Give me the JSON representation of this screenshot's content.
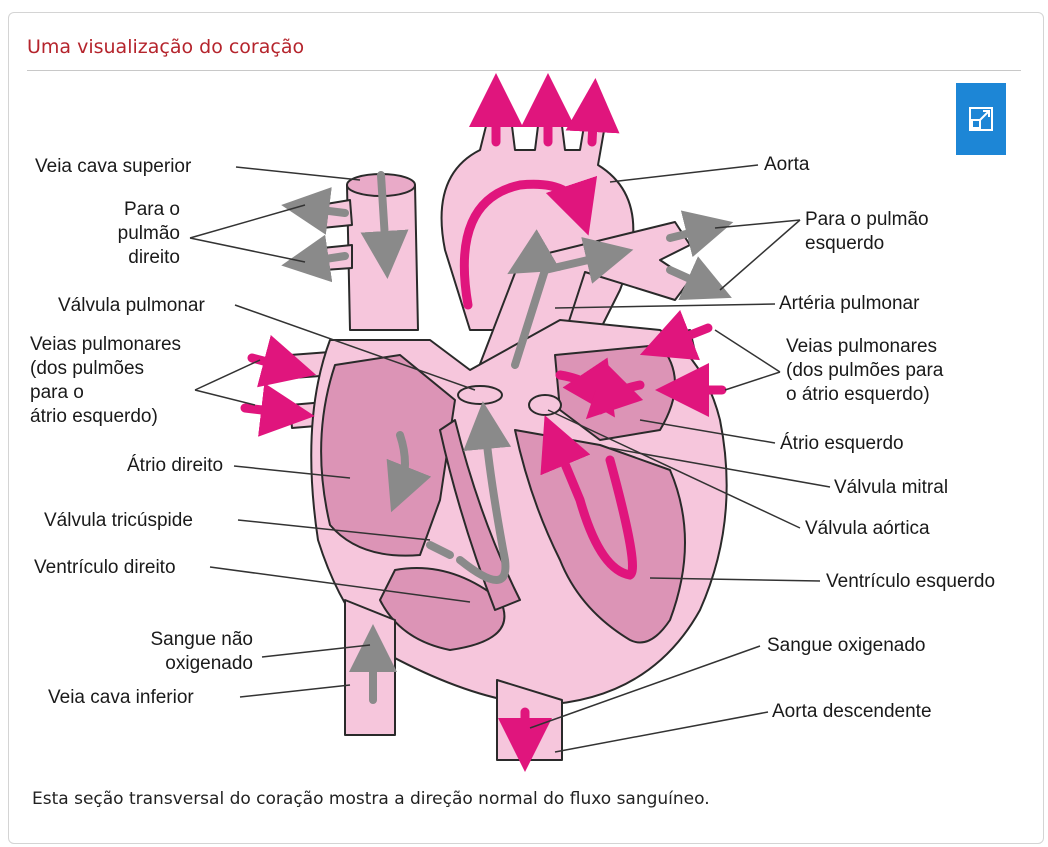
{
  "header": {
    "title": "Uma visualização do coração"
  },
  "expand_button": {
    "icon": "expand-icon",
    "color": "#1d86d6"
  },
  "caption": "Esta seção transversal do coração mostra a direção normal do fluxo sanguíneo.",
  "colors": {
    "tissue": "#f6c6dc",
    "chamber": "#dc94b6",
    "oxygenated": "#e0157d",
    "deoxygenated": "#8a8a8a",
    "title": "#b5242c"
  },
  "labels": {
    "veia_cava_superior": "Veia cava superior",
    "para_pulmao_direito": "Para o\npulmão\ndireito",
    "valvula_pulmonar": "Válvula pulmonar",
    "veias_pulmonares_esq_lado": "Veias pulmonares\n(dos pulmões\npara o\nátrio esquerdo)",
    "atrio_direito": "Átrio direito",
    "valvula_tricuspide": "Válvula tricúspide",
    "ventriculo_direito": "Ventrículo direito",
    "sangue_nao_oxigenado": "Sangue não\noxigenado",
    "veia_cava_inferior": "Veia cava inferior",
    "aorta": "Aorta",
    "para_pulmao_esquerdo": "Para o pulmão\nesquerdo",
    "arteria_pulmonar": "Artéria pulmonar",
    "veias_pulmonares_dir_lado": "Veias pulmonares\n(dos pulmões para\no átrio esquerdo)",
    "atrio_esquerdo": "Átrio esquerdo",
    "valvula_mitral": "Válvula mitral",
    "valvula_aortica": "Válvula aórtica",
    "ventriculo_esquerdo": "Ventrículo esquerdo",
    "sangue_oxigenado": "Sangue oxigenado",
    "aorta_descendente": "Aorta descendente"
  }
}
